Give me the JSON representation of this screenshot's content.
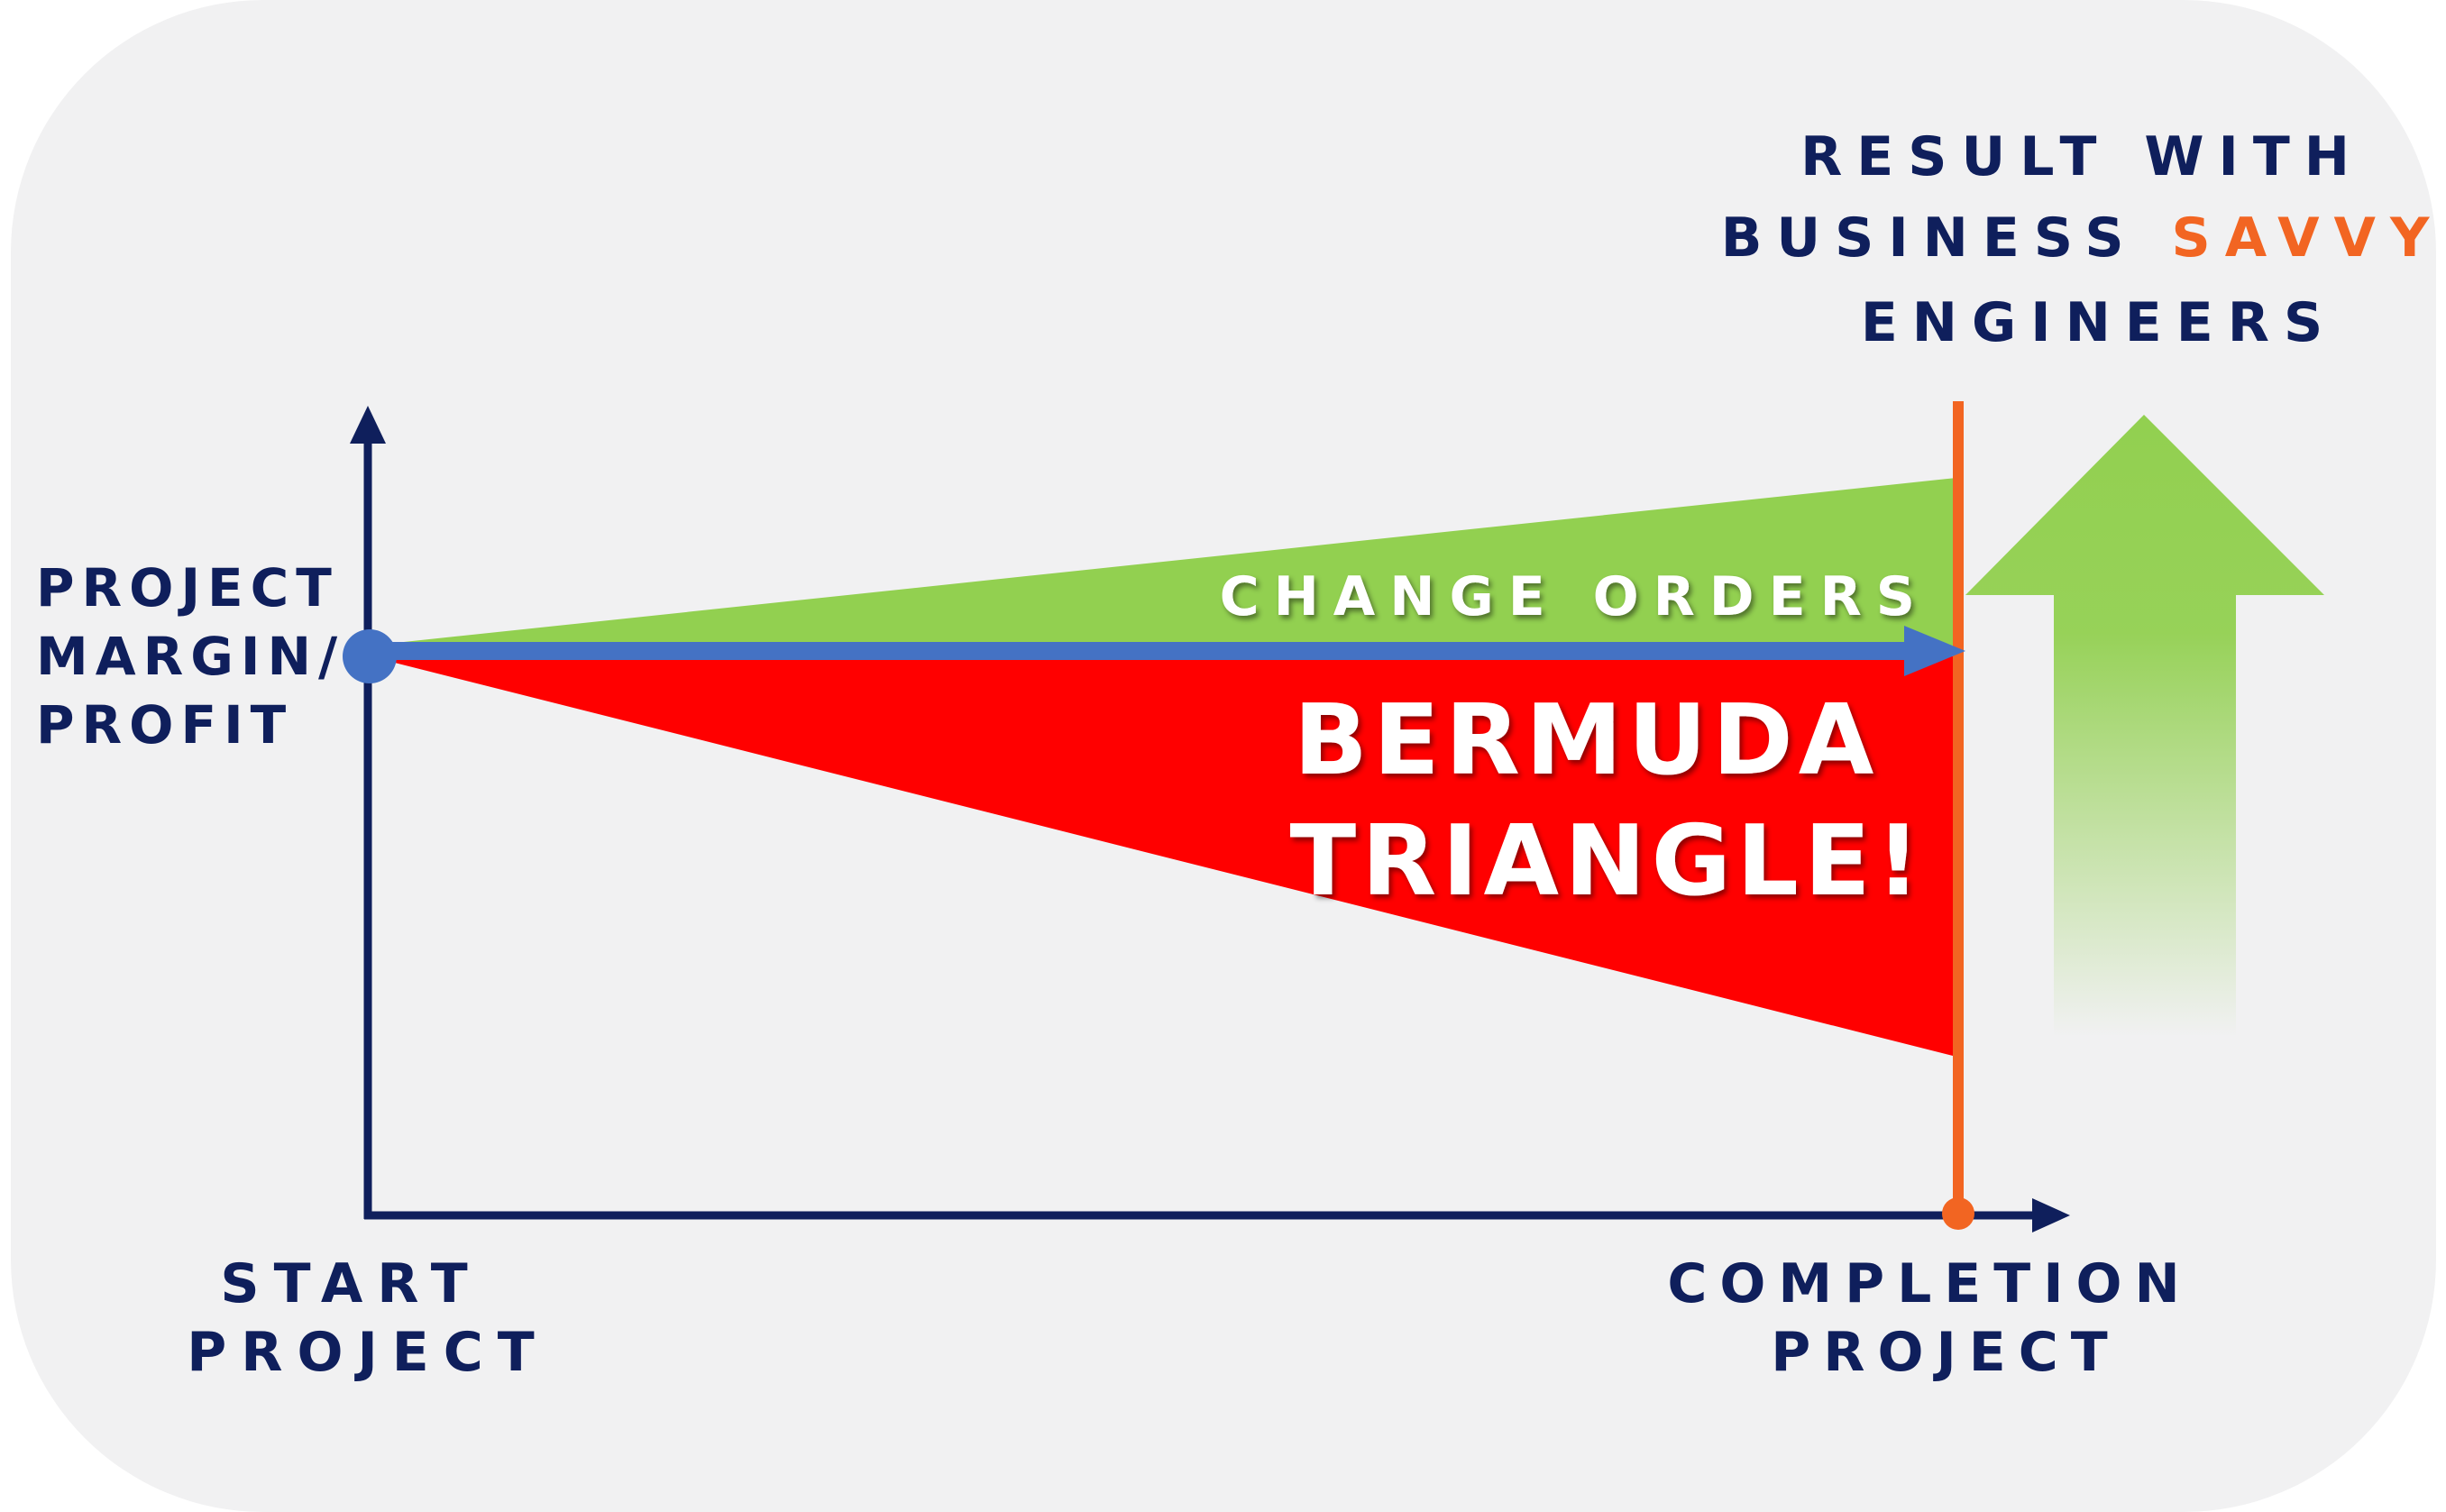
{
  "colors": {
    "background": "#f1f1f2",
    "navy": "#0f1f5c",
    "orange": "#f26522",
    "green": "#92d050",
    "red": "#ff0000",
    "blue": "#4472c4",
    "white": "#ffffff"
  },
  "labels": {
    "y_axis": [
      "PROJECT",
      "MARGIN/",
      "PROFIT"
    ],
    "start": [
      "START",
      "PROJECT"
    ],
    "completion": [
      "COMPLETION",
      "PROJECT"
    ],
    "result": {
      "line1": "RESULT WITH",
      "line2_prefix": "BUSINESS ",
      "line2_highlight": "SAVVY",
      "line3": "ENGINEERS"
    },
    "change_orders": "CHANGE ORDERS",
    "bermuda": [
      "BERMUDA",
      "TRIANGLE!"
    ]
  },
  "icons": {
    "result_arrow": "up-arrow-icon",
    "baseline_arrow": "right-arrow-icon"
  }
}
